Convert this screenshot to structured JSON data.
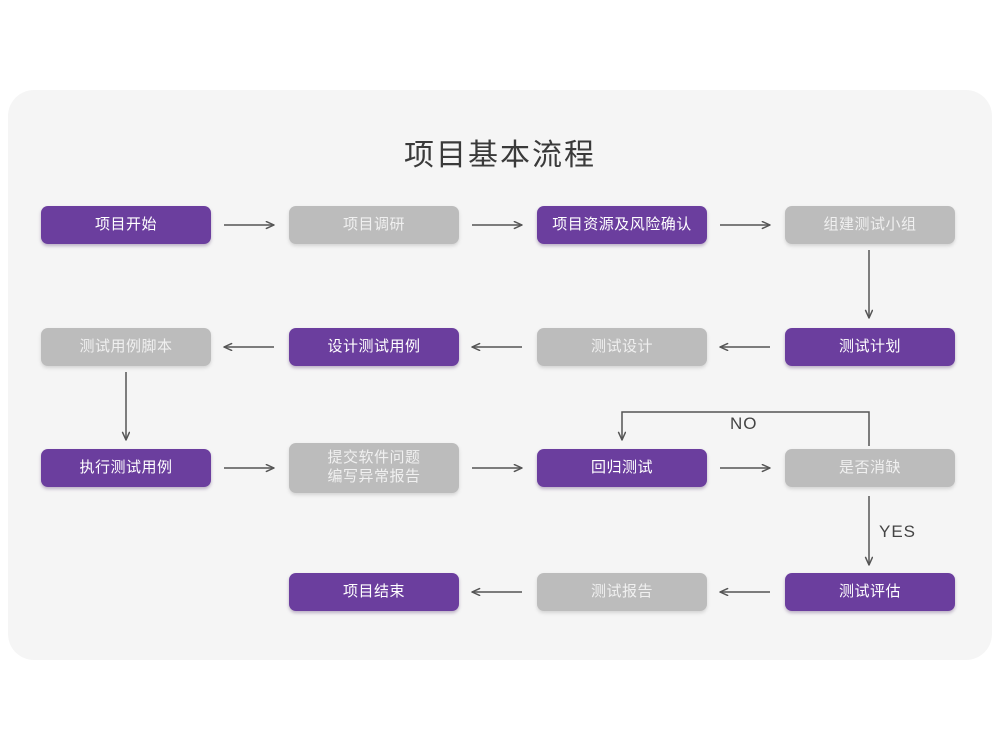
{
  "page": {
    "title": "项目基本流程",
    "background_color": "#ffffff",
    "panel_color": "#f5f5f5"
  },
  "palette": {
    "purple": "#6b3e9e",
    "gray": "#bcbcbc",
    "arrow": "#555555",
    "title_color": "#3a3a3a"
  },
  "flowchart": {
    "type": "flowchart",
    "title": "项目基本流程",
    "nodes": [
      {
        "id": "n1",
        "label": "项目开始",
        "style": "purple",
        "row": 1,
        "col": 1
      },
      {
        "id": "n2",
        "label": "项目调研",
        "style": "gray",
        "row": 1,
        "col": 2
      },
      {
        "id": "n3",
        "label": "项目资源及风险确认",
        "style": "purple",
        "row": 1,
        "col": 3
      },
      {
        "id": "n4",
        "label": "组建测试小组",
        "style": "gray",
        "row": 1,
        "col": 4
      },
      {
        "id": "n5",
        "label": "测试用例脚本",
        "style": "gray",
        "row": 2,
        "col": 1
      },
      {
        "id": "n6",
        "label": "设计测试用例",
        "style": "purple",
        "row": 2,
        "col": 2
      },
      {
        "id": "n7",
        "label": "测试设计",
        "style": "gray",
        "row": 2,
        "col": 3
      },
      {
        "id": "n8",
        "label": "测试计划",
        "style": "purple",
        "row": 2,
        "col": 4
      },
      {
        "id": "n9",
        "label": "执行测试用例",
        "style": "purple",
        "row": 3,
        "col": 1
      },
      {
        "id": "n10",
        "label": "提交软件问题\n编写异常报告",
        "style": "gray",
        "row": 3,
        "col": 2
      },
      {
        "id": "n11",
        "label": "回归测试",
        "style": "purple",
        "row": 3,
        "col": 3
      },
      {
        "id": "n12",
        "label": "是否消缺",
        "style": "gray",
        "row": 3,
        "col": 4
      },
      {
        "id": "n13",
        "label": "项目结束",
        "style": "purple",
        "row": 4,
        "col": 2
      },
      {
        "id": "n14",
        "label": "测试报告",
        "style": "gray",
        "row": 4,
        "col": 3
      },
      {
        "id": "n15",
        "label": "测试评估",
        "style": "purple",
        "row": 4,
        "col": 4
      }
    ],
    "edges": [
      {
        "from": "n1",
        "to": "n2",
        "direction": "right",
        "label": ""
      },
      {
        "from": "n2",
        "to": "n3",
        "direction": "right",
        "label": ""
      },
      {
        "from": "n3",
        "to": "n4",
        "direction": "right",
        "label": ""
      },
      {
        "from": "n4",
        "to": "n8",
        "direction": "down",
        "label": ""
      },
      {
        "from": "n8",
        "to": "n7",
        "direction": "left",
        "label": ""
      },
      {
        "from": "n7",
        "to": "n6",
        "direction": "left",
        "label": ""
      },
      {
        "from": "n6",
        "to": "n5",
        "direction": "left",
        "label": ""
      },
      {
        "from": "n5",
        "to": "n9",
        "direction": "down",
        "label": ""
      },
      {
        "from": "n9",
        "to": "n10",
        "direction": "right",
        "label": ""
      },
      {
        "from": "n10",
        "to": "n11",
        "direction": "right",
        "label": ""
      },
      {
        "from": "n11",
        "to": "n12",
        "direction": "right",
        "label": ""
      },
      {
        "from": "n12",
        "to": "n11",
        "direction": "loop-up-left",
        "label": "NO"
      },
      {
        "from": "n12",
        "to": "n15",
        "direction": "down",
        "label": "YES"
      },
      {
        "from": "n15",
        "to": "n14",
        "direction": "left",
        "label": ""
      },
      {
        "from": "n14",
        "to": "n13",
        "direction": "left",
        "label": ""
      }
    ],
    "edge_labels": {
      "no": "NO",
      "yes": "YES"
    }
  }
}
